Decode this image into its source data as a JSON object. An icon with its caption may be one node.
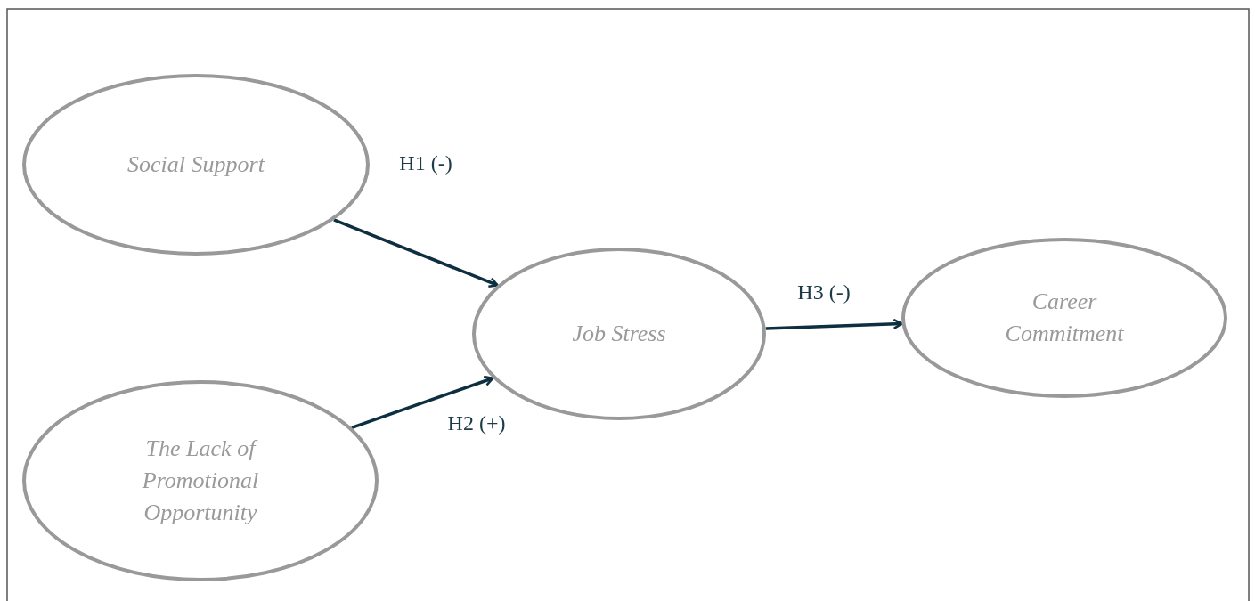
{
  "diagram": {
    "nodes": [
      {
        "text": [
          "Social Support"
        ]
      },
      {
        "text": [
          "The Lack of Promotional Opportunity"
        ]
      },
      {
        "text": [
          "Job Stress"
        ]
      },
      {
        "text": [
          "Career Commitment"
        ]
      }
    ],
    "edges": [
      {
        "from": 0,
        "to": 2,
        "arrow": "to",
        "label": "H1 (-)"
      },
      {
        "from": 1,
        "to": 2,
        "arrow": "to",
        "label": "H2 (+)"
      },
      {
        "from": 2,
        "to": 3,
        "arrow": "to",
        "label": "H3 (-)"
      }
    ]
  }
}
